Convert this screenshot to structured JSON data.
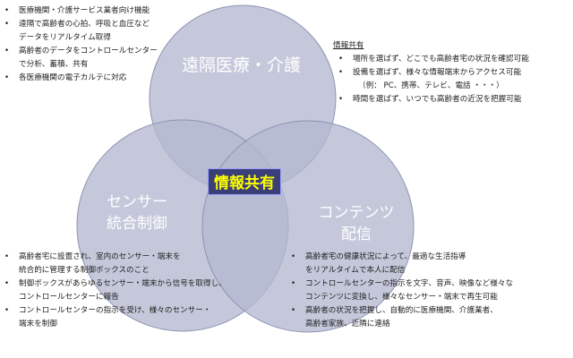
{
  "colors": {
    "circle_fill": "#b4b9cf",
    "circle_stroke": "#8e93b3",
    "label_text": "#ffffff",
    "share_text": "#ffff00"
  },
  "circles": {
    "remote_title": "遠隔医療・介護",
    "sensor_title_line1": "センサー",
    "sensor_title_line2": "統合制御",
    "content_title_line1": "コンテンツ",
    "content_title_line2": "配信",
    "center_title": "情報共有"
  },
  "top_left": {
    "b1": "医療機関・介護サービス業者向け機能",
    "b2": "遠隔で高齢者の心拍、呼吸と血圧など",
    "b2_cont": "データをリアルタイム取得",
    "b3": "高齢者のデータをコントロールセンター",
    "b3_cont": "で分析、蓄積、共有",
    "b4": "各医療機関の電子カルテに対応"
  },
  "top_right": {
    "header": "情報共有",
    "b1": "場所を選ばず、どこでも高齢者宅の状況を確認可能",
    "b2": "設備を選ばず、様々な情報端末からアクセス可能",
    "b2_cont": "（例： PC、携帯、テレビ、電話 ・・・）",
    "b3": "時間を選ばず、いつでも高齢者の近況を把握可能"
  },
  "bottom_left": {
    "b1": "高齢者宅に設置され、室内のセンサー・端末を",
    "b1_cont": "統合的に管理する制御ボックスのこと",
    "b2": "制御ボックスがあらゆるセンサー・端末から信号を取得し、",
    "b2_cont": "コントロールセンターに報告",
    "b3": "コントロールセンターの指示を受け、様々のセンサー・",
    "b3_cont": "端末を制御"
  },
  "bottom_right": {
    "b1": "高齢者宅の健康状況によって、最適な生活指導",
    "b1_cont": "をリアルタイムで本人に配信",
    "b2": "コントロールセンターの指示を文字、音声、映像など様々な",
    "b2_cont": "コンテンツに変換し、様々なセンサー・端末で再生可能",
    "b3": "高齢者の状況を把握し、自動的に医療機関、介護業者、",
    "b3_cont": "高齢者家族、近隣に連絡"
  }
}
